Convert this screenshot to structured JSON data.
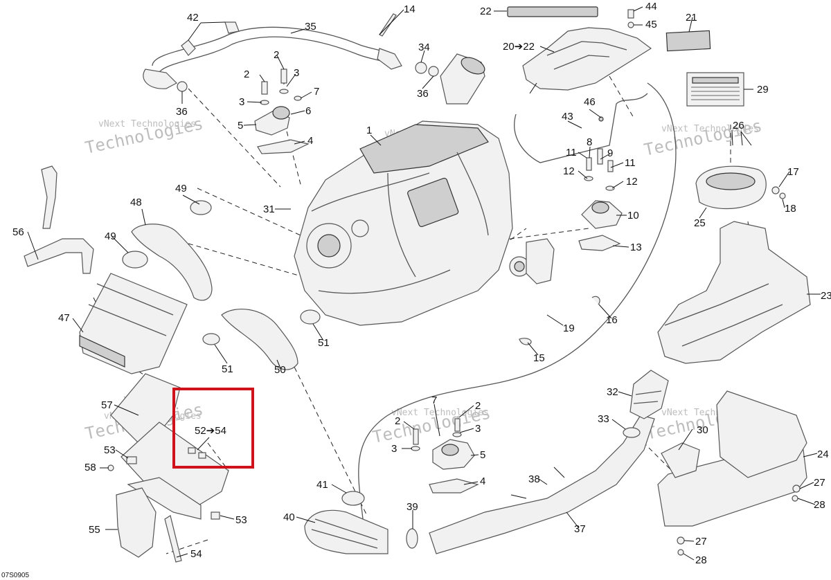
{
  "drawing_code": "07S0905",
  "watermark": [
    "vNext Technologies",
    "vNext",
    "Technologies"
  ],
  "callouts": [
    {
      "id": "c42",
      "text": "42"
    },
    {
      "id": "c35",
      "text": "35"
    },
    {
      "id": "c14",
      "text": "14"
    },
    {
      "id": "c34",
      "text": "34"
    },
    {
      "id": "c22",
      "text": "22"
    },
    {
      "id": "c44",
      "text": "44"
    },
    {
      "id": "c45",
      "text": "45"
    },
    {
      "id": "c21",
      "text": "21"
    },
    {
      "id": "c2022",
      "text": "20➔22"
    },
    {
      "id": "c2a",
      "text": "2"
    },
    {
      "id": "c2b",
      "text": "2"
    },
    {
      "id": "c3a",
      "text": "3"
    },
    {
      "id": "c7a",
      "text": "7"
    },
    {
      "id": "c3b",
      "text": "3"
    },
    {
      "id": "c6",
      "text": "6"
    },
    {
      "id": "c5a",
      "text": "5"
    },
    {
      "id": "c4a",
      "text": "4"
    },
    {
      "id": "c36a",
      "text": "36"
    },
    {
      "id": "c36b",
      "text": "36"
    },
    {
      "id": "c29",
      "text": "29"
    },
    {
      "id": "c46",
      "text": "46"
    },
    {
      "id": "c43",
      "text": "43"
    },
    {
      "id": "c1",
      "text": "1"
    },
    {
      "id": "c26",
      "text": "26"
    },
    {
      "id": "c8",
      "text": "8"
    },
    {
      "id": "c11a",
      "text": "11"
    },
    {
      "id": "c9",
      "text": "9"
    },
    {
      "id": "c11b",
      "text": "11"
    },
    {
      "id": "c12a",
      "text": "12"
    },
    {
      "id": "c12b",
      "text": "12"
    },
    {
      "id": "c17",
      "text": "17"
    },
    {
      "id": "c18",
      "text": "18"
    },
    {
      "id": "c49a",
      "text": "49"
    },
    {
      "id": "c48",
      "text": "48"
    },
    {
      "id": "c31",
      "text": "31"
    },
    {
      "id": "c10",
      "text": "10"
    },
    {
      "id": "c25",
      "text": "25"
    },
    {
      "id": "c56",
      "text": "56"
    },
    {
      "id": "c49b",
      "text": "49"
    },
    {
      "id": "c13",
      "text": "13"
    },
    {
      "id": "c23",
      "text": "23"
    },
    {
      "id": "c47",
      "text": "47"
    },
    {
      "id": "c16",
      "text": "16"
    },
    {
      "id": "c19",
      "text": "19"
    },
    {
      "id": "c51a",
      "text": "51"
    },
    {
      "id": "c51b",
      "text": "51"
    },
    {
      "id": "c50",
      "text": "50"
    },
    {
      "id": "c15",
      "text": "15"
    },
    {
      "id": "c32",
      "text": "32"
    },
    {
      "id": "c57",
      "text": "57"
    },
    {
      "id": "c5254",
      "text": "52➔54"
    },
    {
      "id": "c7b",
      "text": "7"
    },
    {
      "id": "c2c",
      "text": "2"
    },
    {
      "id": "c2d",
      "text": "2"
    },
    {
      "id": "c33",
      "text": "33"
    },
    {
      "id": "c30",
      "text": "30"
    },
    {
      "id": "c3c",
      "text": "3"
    },
    {
      "id": "c3d",
      "text": "3"
    },
    {
      "id": "c24",
      "text": "24"
    },
    {
      "id": "c53a",
      "text": "53"
    },
    {
      "id": "c5b",
      "text": "5"
    },
    {
      "id": "c58",
      "text": "58"
    },
    {
      "id": "c38",
      "text": "38"
    },
    {
      "id": "c4b",
      "text": "4"
    },
    {
      "id": "c27a",
      "text": "27"
    },
    {
      "id": "c41",
      "text": "41"
    },
    {
      "id": "c28a",
      "text": "28"
    },
    {
      "id": "c53b",
      "text": "53"
    },
    {
      "id": "c39",
      "text": "39"
    },
    {
      "id": "c40",
      "text": "40"
    },
    {
      "id": "c55",
      "text": "55"
    },
    {
      "id": "c37",
      "text": "37"
    },
    {
      "id": "c27b",
      "text": "27"
    },
    {
      "id": "c54",
      "text": "54"
    },
    {
      "id": "c28b",
      "text": "28"
    }
  ],
  "highlight_box_color": "#d0121b"
}
